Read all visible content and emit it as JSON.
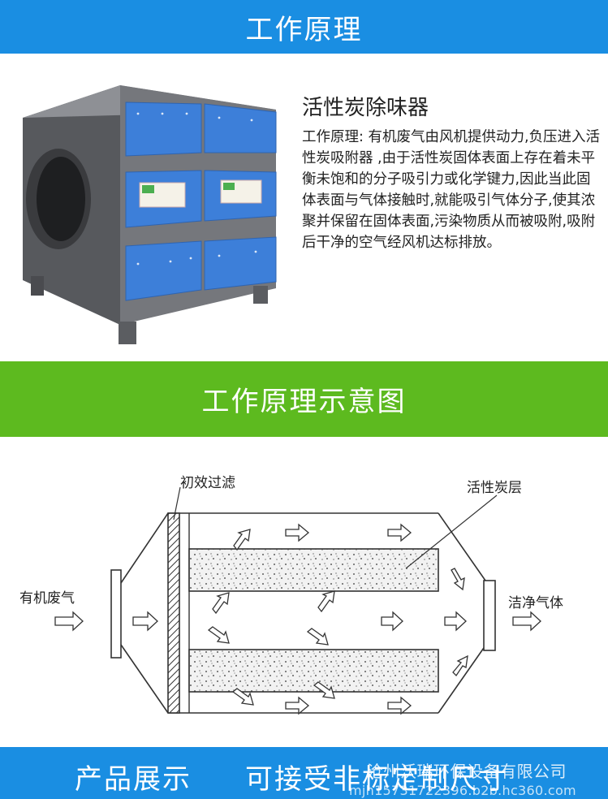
{
  "banner_top": {
    "title": "工作原理"
  },
  "product": {
    "name": "活性炭除味器",
    "description": "工作原理: 有机废气由风机提供动力,负压进入活性炭吸附器 ,由于活性炭固体表面上存在着未平衡未饱和的分子吸引力或化学键力,因此当此固体表面与气体接触时,就能吸引气体分子,使其浓聚并保留在固体表面,污染物质从而被吸附,吸附后干净的空气经风机达标排放。"
  },
  "banner_mid": {
    "title": "工作原理示意图"
  },
  "diagram": {
    "label_filter": "初效过滤",
    "label_carbon": "活性炭层",
    "label_inlet": "有机废气",
    "label_outlet": "洁净气体"
  },
  "banner_bottom": {
    "left": "产品展示",
    "right": "可接受非标定制尺寸",
    "watermark_company": "沧州沃瑞环保设备有限公司",
    "watermark_url": "mjh15731722396.b2b.hc360.com"
  },
  "colors": {
    "blue_banner": "#1a8ee2",
    "green_banner": "#5dba1f",
    "panel_blue": "#3d7fd9",
    "cabinet_gray": "#6e7075"
  }
}
